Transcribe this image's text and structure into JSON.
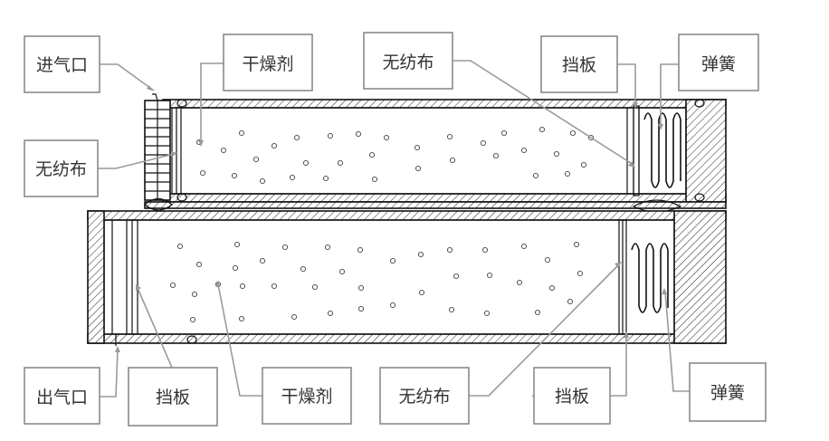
{
  "labels": {
    "inlet": "进气口",
    "desiccant_top": "干燥剂",
    "fabric_top_center": "无纺布",
    "baffle_top": "挡板",
    "spring_top": "弹簧",
    "fabric_left": "无纺布",
    "outlet": "出气口",
    "baffle_bottom_left": "挡板",
    "desiccant_bottom": "干燥剂",
    "fabric_bottom": "无纺布",
    "baffle_bottom_right": "挡板",
    "spring_bottom": "弹簧"
  },
  "colors": {
    "outline": "#111111",
    "label_border": "#8a8a8a",
    "leader_line": "#9a9a9a",
    "label_text": "#333333"
  }
}
